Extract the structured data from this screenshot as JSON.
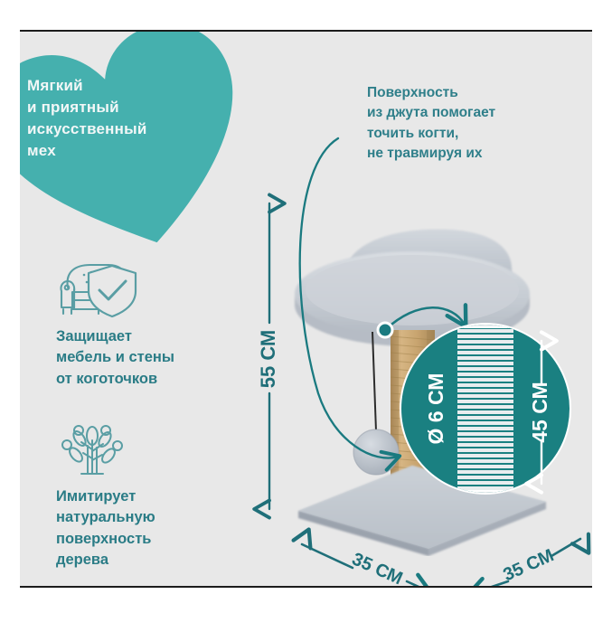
{
  "page": {
    "background_color": "#ffffff",
    "panel_background": "#e8e8e8",
    "accent_teal": "#45b0ae",
    "text_teal": "#2a7c86",
    "inset_teal": "#1a8081"
  },
  "heart_callout": {
    "icon": "heart-shape",
    "text": "Мягкий\nи приятный\nискусственный\nмех"
  },
  "jute_callout": {
    "text": "Поверхность\nиз джута помогает\nточить когти,\nне травмируя их"
  },
  "features": [
    {
      "icon": "armchair-shield-check-icon",
      "label": "Защищает\nмебель и стены\nот коготочков"
    },
    {
      "icon": "tree-icon",
      "label": "Имитирует\nнатуральную\nповерхность\nдерева"
    }
  ],
  "dimensions": {
    "height": "55 см",
    "base_width": "35 см",
    "base_depth": "35 см",
    "post_diameter": "Ø 6 см",
    "post_height": "45 см"
  },
  "product": {
    "name": "cat-tree-scratching-post",
    "fur_color": "#c3c9d0",
    "jute_color": "#c9a678"
  }
}
